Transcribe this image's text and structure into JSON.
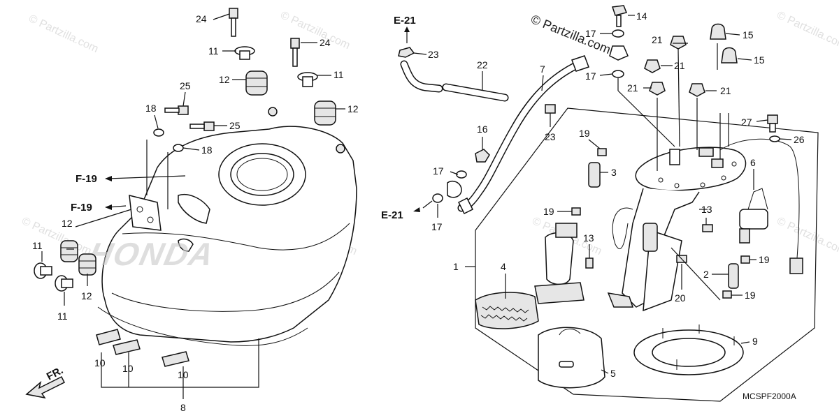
{
  "watermark": {
    "copyright": "© Partzilla.com",
    "tile_text": "© Partzilla.com"
  },
  "diagram_code": "MCSPF2000A",
  "brand_watermark": "HONDA",
  "front_marker": "FR.",
  "references": {
    "e21_top": "E-21",
    "e21_bottom": "E-21",
    "f19_upper": "F-19",
    "f19_lower": "F-19"
  },
  "callouts": {
    "c1": "1",
    "c2": "2",
    "c3": "3",
    "c4": "4",
    "c5": "5",
    "c6": "6",
    "c7": "7",
    "c8": "8",
    "c9": "9",
    "c10a": "10",
    "c10b": "10",
    "c10c": "10",
    "c11a": "11",
    "c11b": "11",
    "c11c": "11",
    "c11d": "11",
    "c12a": "12",
    "c12b": "12",
    "c12c": "12",
    "c12d": "12",
    "c13a": "13",
    "c13b": "13",
    "c14": "14",
    "c15a": "15",
    "c15b": "15",
    "c16": "16",
    "c17a": "17",
    "c17b": "17",
    "c17c": "17",
    "c17d": "17",
    "c18a": "18",
    "c18b": "18",
    "c19a": "19",
    "c19b": "19",
    "c19c": "19",
    "c19d": "19",
    "c20": "20",
    "c21a": "21",
    "c21b": "21",
    "c21c": "21",
    "c21d": "21",
    "c22": "22",
    "c23a": "23",
    "c23b": "23",
    "c24a": "24",
    "c24b": "24",
    "c25a": "25",
    "c25b": "25",
    "c26": "26",
    "c27": "27"
  }
}
